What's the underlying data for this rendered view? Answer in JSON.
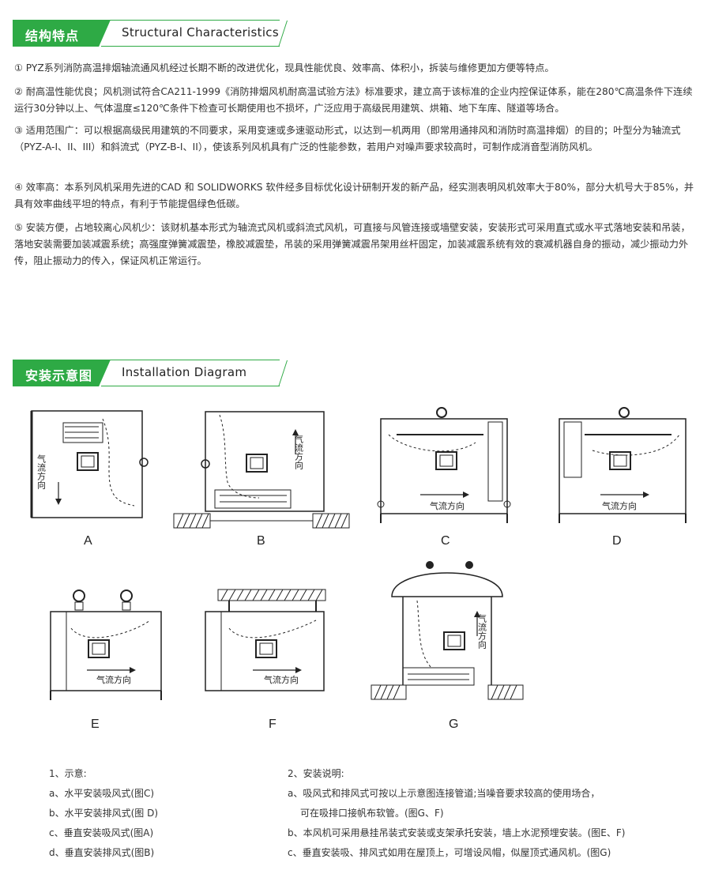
{
  "structural": {
    "title_zh": "结构特点",
    "title_en": "Structural Characteristics",
    "paragraphs": [
      "① PYZ系列消防高温排烟轴流通风机经过长期不断的改进优化，现具性能优良、效率高、体积小，拆装与维修更加方便等特点。",
      "②  耐高温性能优良；风机测试符合CA211-1999《消防排烟风机耐高温试验方法》标准要求，建立高于该标准的企业内控保证体系，能在280℃高温条件下连续运行30分钟以上、气体温度≤120℃条件下检查可长期使用也不损坏，广泛应用于高级民用建筑、烘箱、地下车库、隧道等场合。",
      "③ 适用范围广：可以根据高级民用建筑的不同要求，采用变速或多速驱动形式，以达到一机两用（即常用通排风和消防时高温排烟）的目的；叶型分为轴流式（PYZ-A-I、II、III）和斜流式（PYZ-B-I、II），使该系列风机具有广泛的性能参数，若用户对噪声要求较高时，可制作成消音型消防风机。",
      "④ 效率高：本系列风机采用先进的CAD 和 SOLIDWORKS 软件经多目标优化设计研制开发的新产品，经实测表明风机效率大于80%，部分大机号大于85%，并具有效率曲线平坦的特点，有利于节能提倡绿色低碳。",
      "⑤ 安装方便，占地较离心风机少：该财机基本形式为轴流式风机或斜流式风机，可直接与风管连接或墙壁安装，安装形式可采用直式或水平式落地安装和吊装，落地安装需要加装减震系统；高强度弹簧减震垫，橡胶减震垫，吊装的采用弹簧减震吊架用丝杆固定，加装减震系统有效的衰减机器自身的振动，减少振动力外传，阻止振动力的传入，保证风机正常运行。"
    ]
  },
  "installation": {
    "title_zh": "安装示意图",
    "title_en": "Installation Diagram",
    "airflow_text": "气流方向",
    "diagram_labels": [
      "A",
      "B",
      "C",
      "D",
      "E",
      "F",
      "G"
    ]
  },
  "notes": {
    "left": [
      "1、示意:",
      "a、水平安装吸风式(图C)",
      "b、水平安装排风式(图 D)",
      "c、垂直安装吸风式(图A)",
      "d、垂直安装排风式(图B)"
    ],
    "right": [
      "2、安装说明:",
      "a、吸风式和排风式可按以上示意图连接管道;当噪音要求较高的使用场合，",
      "可在吸排口接帆布软管。(图G、F)",
      "b、本风机可采用悬挂吊装式安装或支架承托安装，墙上水泥预埋安装。(图E、F)",
      "c、垂直安装吸、排风式如用在屋顶上，可增设风帽，似屋顶式通风机。(图G)"
    ]
  },
  "colors": {
    "accent": "#2eaa45",
    "text": "#333333"
  }
}
